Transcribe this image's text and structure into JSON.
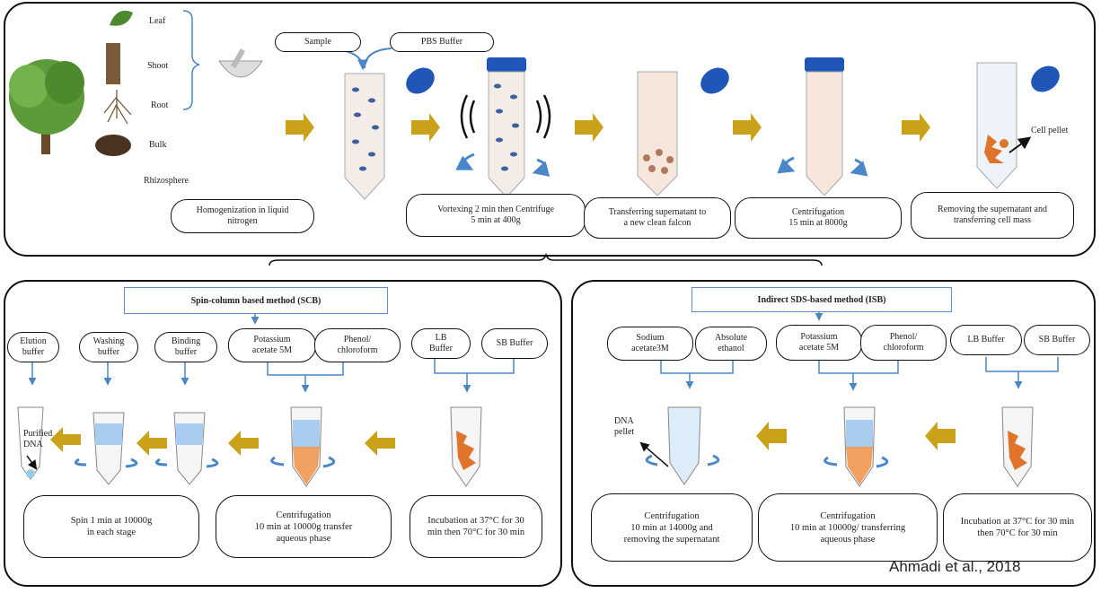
{
  "top": {
    "sources": [
      "Leaf",
      "Shoot",
      "Root",
      "Bulk",
      "Rhizosphere"
    ],
    "sample_label": "Sample",
    "pbs_label": "PBS Buffer",
    "steps": [
      "Homogenization in liquid\nnitrogen",
      "Vortexing 2 min then Centrifuge\n5 min at 400g",
      "Transferring supernatant to\na new clean falcon",
      "Centrifugation\n15 min at 8000g",
      "Removing the supernatant and\ntransferring cell mass"
    ],
    "cell_pellet": "Cell pellet"
  },
  "scb": {
    "title": "Spin-column based method (SCB)",
    "buffers": [
      "Elution\nbuffer",
      "Washing\nbuffer",
      "Binding\nbuffer",
      "Potassium\nacetate 5M",
      "Phenol/\nchloroform",
      "LB\nBuffer",
      "SB Buffer"
    ],
    "purified": "Purified\nDNA",
    "steps": [
      "Spin 1 min at 10000g\nin each stage",
      "Centrifugation\n10      min at 10000g transfer\naqueous phase",
      "Incubation at 37°C for 30\nmin then 70°C for 30 min"
    ]
  },
  "isb": {
    "title": "Indirect SDS-based method (ISB)",
    "buffers": [
      "Sodium\nacetate3M",
      "Absolute\nethanol",
      "Potassium\nacetate 5M",
      "Phenol/\nchloroform",
      "LB Buffer",
      "SB Buffer"
    ],
    "dna_pellet": "DNA\npellet",
    "steps": [
      "Centrifugation\n10 min at 14000g and\nremoving the supernatant",
      "Centrifugation\n10      min at 10000g/ transferring\naqueous phase",
      "Incubation at 37°C for 30 min\nthen 70°C for 30 min"
    ]
  },
  "credit": "Ahmadi et al., 2018",
  "colors": {
    "arrow": "#c9a21a",
    "blue": "#4a86c8",
    "orange": "#e0742a"
  }
}
